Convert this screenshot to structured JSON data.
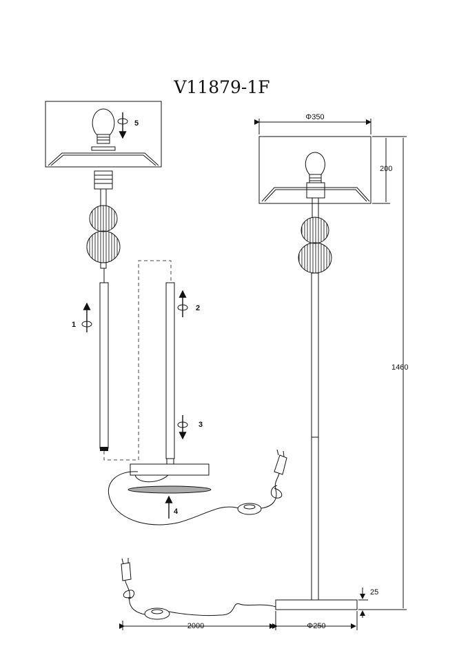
{
  "title": "V11879-1F",
  "dimensions": {
    "shade_diameter": "Φ350",
    "shade_height": "200",
    "total_height": "1460",
    "base_thickness": "25",
    "cord_length": "2000",
    "base_diameter": "Φ250"
  },
  "steps": [
    "1",
    "2",
    "3",
    "4",
    "5"
  ]
}
